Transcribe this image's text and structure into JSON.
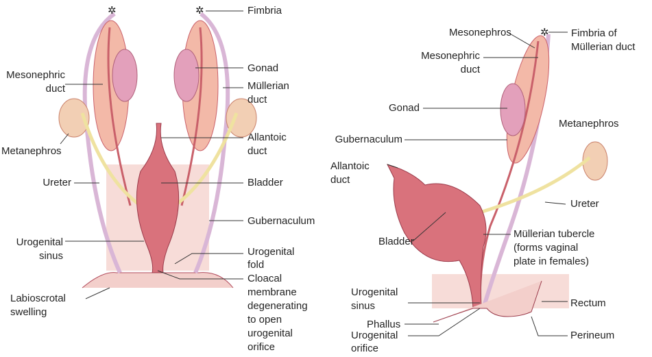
{
  "left": {
    "fimbria": "Fimbria",
    "mesonephric_duct": [
      "Mesonephric",
      "duct"
    ],
    "gonad": "Gonad",
    "mullerian_duct": [
      "Müllerian",
      "duct"
    ],
    "metanephros": "Metanephros",
    "allantoic_duct": [
      "Allantoic",
      "duct"
    ],
    "ureter": "Ureter",
    "bladder": "Bladder",
    "gubernaculum": "Gubernaculum",
    "urogenital_sinus": [
      "Urogenital",
      "sinus"
    ],
    "urogenital_fold": [
      "Urogenital",
      "fold"
    ],
    "labioscrotal_swelling": [
      "Labioscrotal",
      "swelling"
    ],
    "cloacal_membrane": [
      "Cloacal",
      "membrane",
      "degenerating",
      "to open",
      "urogenital",
      "orifice"
    ]
  },
  "right": {
    "mesonephros": "Mesonephros",
    "fimbria_mullerian": [
      "Fimbria of",
      "Müllerian duct"
    ],
    "mesonephric_duct": [
      "Mesonephric",
      "duct"
    ],
    "gonad": "Gonad",
    "metanephros": "Metanephros",
    "gubernaculum": "Gubernaculum",
    "allantoic_duct": [
      "Allantoic",
      "duct"
    ],
    "ureter": "Ureter",
    "mullerian_tubercle": [
      "Müllerian tubercle",
      "(forms vaginal",
      "plate in females)"
    ],
    "bladder": "Bladder",
    "urogenital_sinus": [
      "Urogenital",
      "sinus"
    ],
    "rectum": "Rectum",
    "phallus": "Phallus",
    "perineum": "Perineum",
    "urogenital_orifice": [
      "Urogenital",
      "orifice"
    ]
  },
  "colors": {
    "mesonephros": "#f3b9a8",
    "gonad": "#e3a0bb",
    "bladder": "#d9727c",
    "ureter": "#efe2a0",
    "mullerian": "#d9b6d6",
    "kidney": "#f2cfb4",
    "base": "#f7dcd8"
  }
}
